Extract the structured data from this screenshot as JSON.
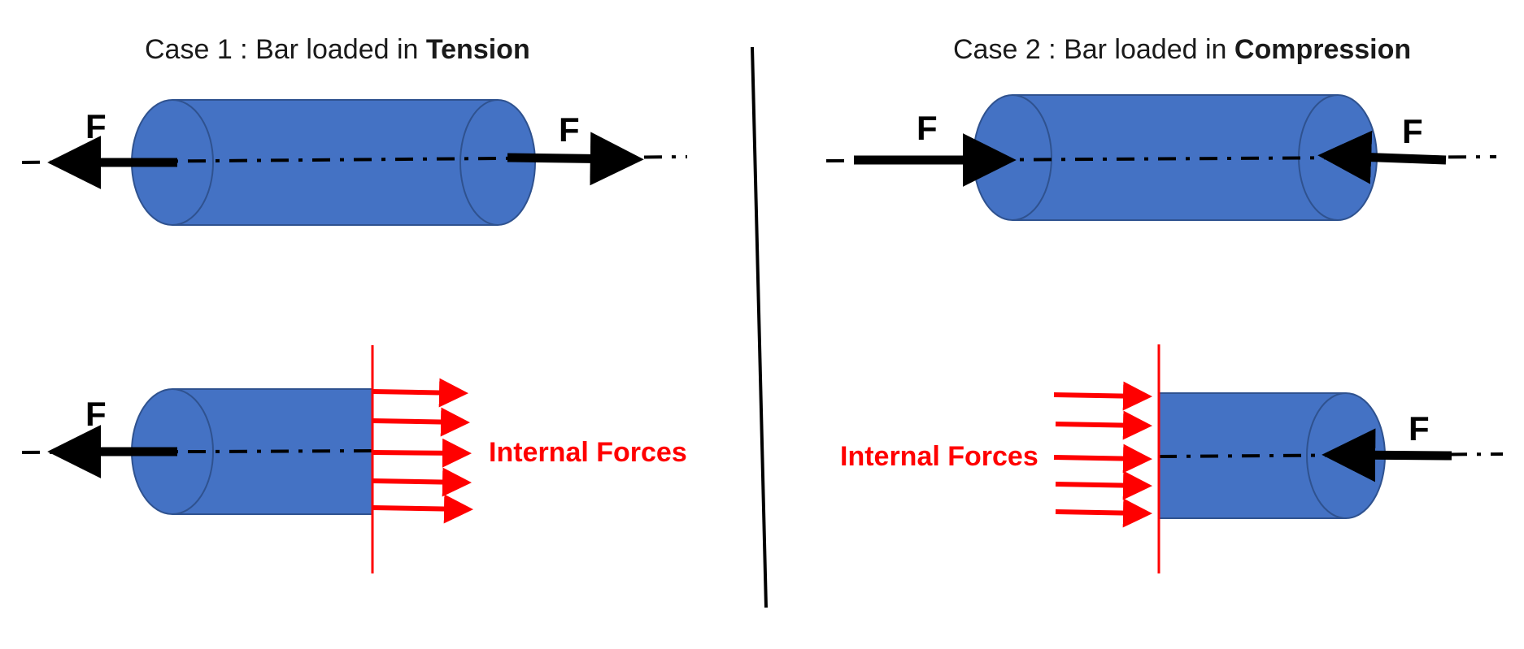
{
  "colors": {
    "bar_fill": "#4472c4",
    "bar_outline": "#2f528f",
    "internal_force": "#ff0000",
    "external_force": "#000000",
    "text": "#1a1a1a"
  },
  "case1": {
    "title_prefix": "Case 1 : Bar loaded in ",
    "title_bold": "Tension",
    "top_left_force": "F",
    "top_right_force": "F",
    "section_force": "F",
    "internal_label": "Internal Forces"
  },
  "case2": {
    "title_prefix": "Case 2 : Bar loaded in ",
    "title_bold": "Compression",
    "top_left_force": "F",
    "top_right_force": "F",
    "section_force": "F",
    "internal_label": "Internal Forces"
  }
}
